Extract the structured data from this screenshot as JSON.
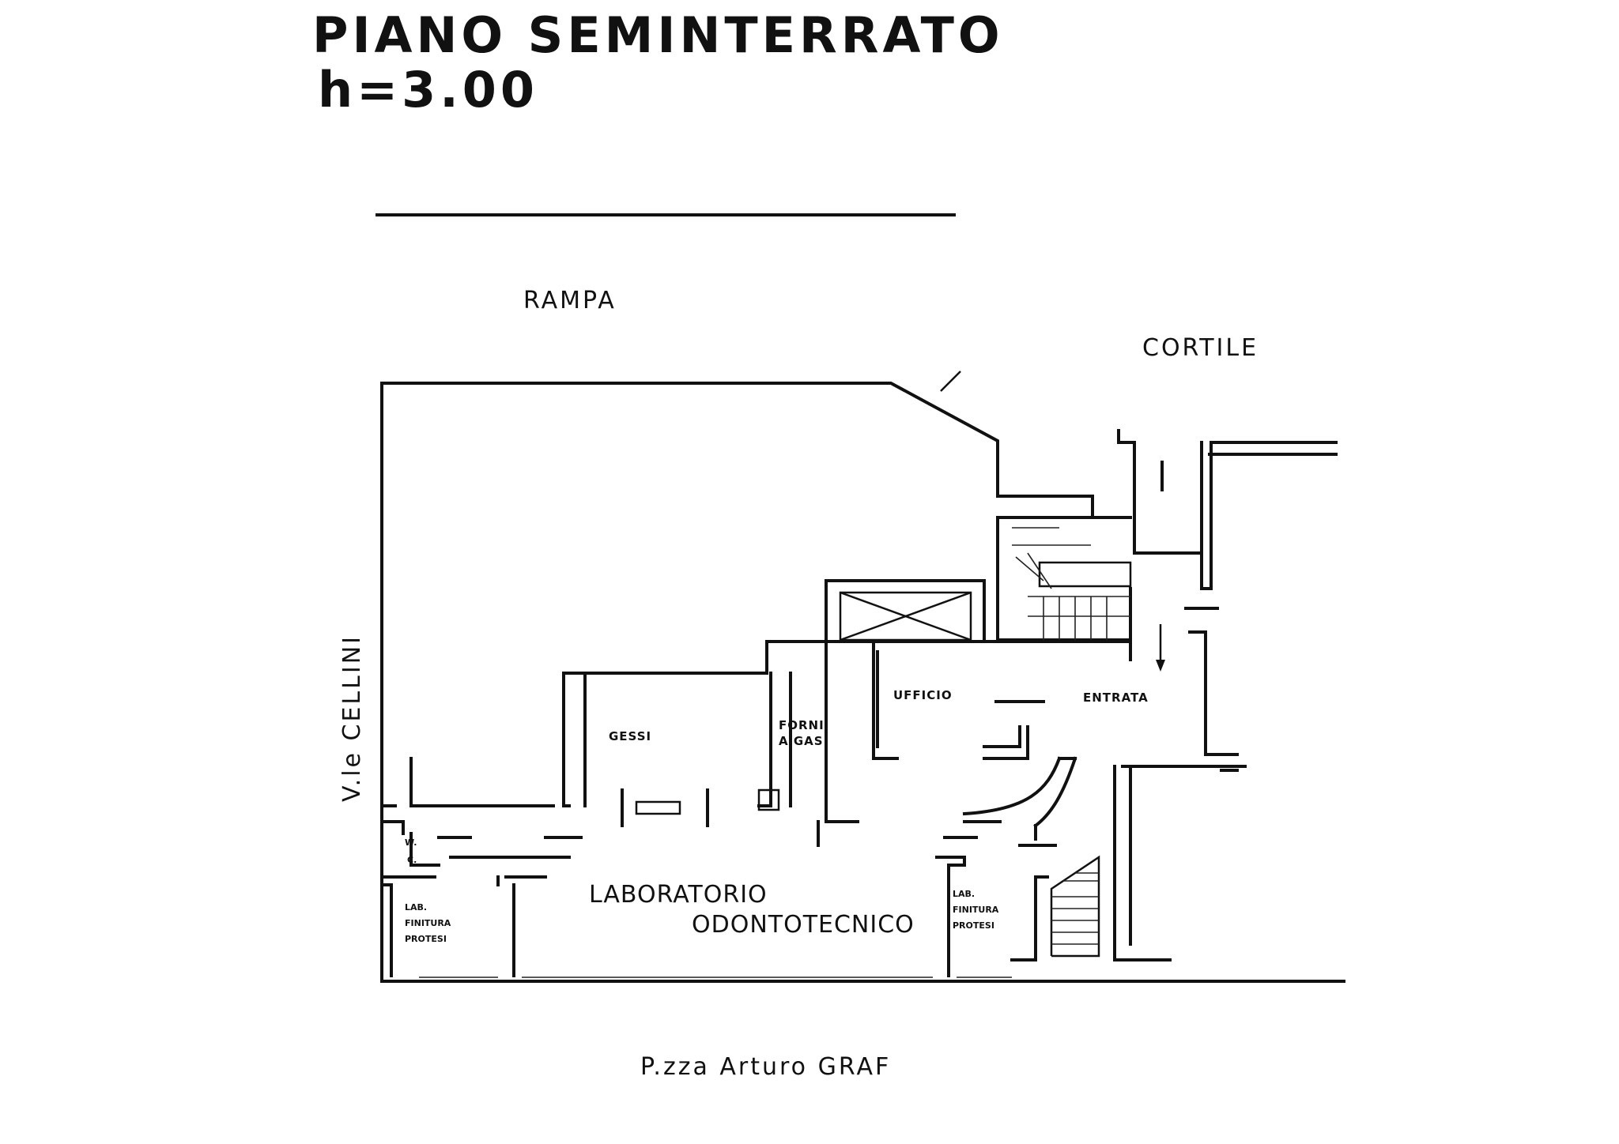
{
  "title": {
    "line1": "PIANO SEMINTERRATO",
    "line2": "h=3.00"
  },
  "streets": {
    "top": "RAMPA",
    "courtyard": "CORTILE",
    "left": "V.le CELLINI",
    "bottom": "P.zza Arturo GRAF"
  },
  "rooms": {
    "gessi": "GESSI",
    "forni_l1": "FORNI",
    "forni_l2": "A GAS",
    "ufficio": "UFFICIO",
    "entrata": "ENTRATA",
    "wc_l1": "W.",
    "wc_l2": "C.",
    "lab_main_l1": "LABORATORIO",
    "lab_main_l2": "ODONTOTECNICO",
    "lab_left_l1": "LAB.",
    "lab_left_l2": "FINITURA",
    "lab_left_l3": "PROTESI",
    "lab_right_l1": "LAB.",
    "lab_right_l2": "FINITURA",
    "lab_right_l3": "PROTESI"
  }
}
